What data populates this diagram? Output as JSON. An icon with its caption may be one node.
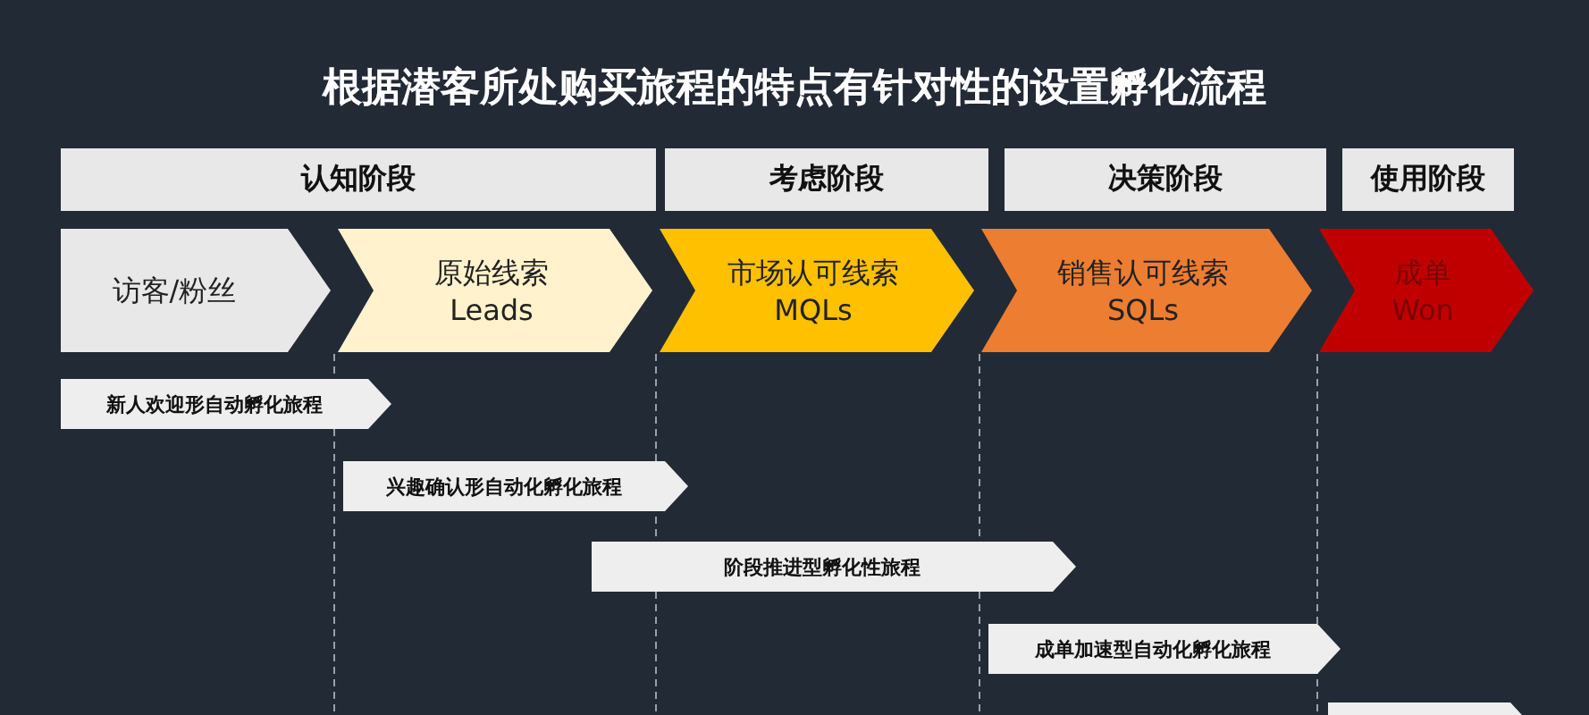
{
  "diagram": {
    "title": "根据潜客所处购买旅程的特点有针对性的设置孵化流程",
    "nodes": [
      {
        "text": [
          "认知阶段"
        ]
      },
      {
        "text": [
          "考虑阶段"
        ]
      },
      {
        "text": [
          "决策阶段"
        ]
      },
      {
        "text": [
          "使用阶段"
        ]
      },
      {
        "text": [
          "访客/粉丝"
        ]
      },
      {
        "text": [
          "原始线索",
          "Leads"
        ]
      },
      {
        "text": [
          "市场认可线索",
          "MQLs"
        ]
      },
      {
        "text": [
          "销售认可线索",
          "SQLs"
        ]
      },
      {
        "text": [
          "成单",
          "Won"
        ]
      },
      {
        "text": [
          "新人欢迎形自动孵化旅程"
        ]
      },
      {
        "text": [
          "兴趣确认形自动化孵化旅程"
        ]
      },
      {
        "text": [
          "阶段推进型孵化性旅程"
        ]
      },
      {
        "text": [
          "成单加速型自动化孵化旅程"
        ]
      },
      {
        "text": [],
        "shape": "bar"
      }
    ],
    "edges": []
  }
}
